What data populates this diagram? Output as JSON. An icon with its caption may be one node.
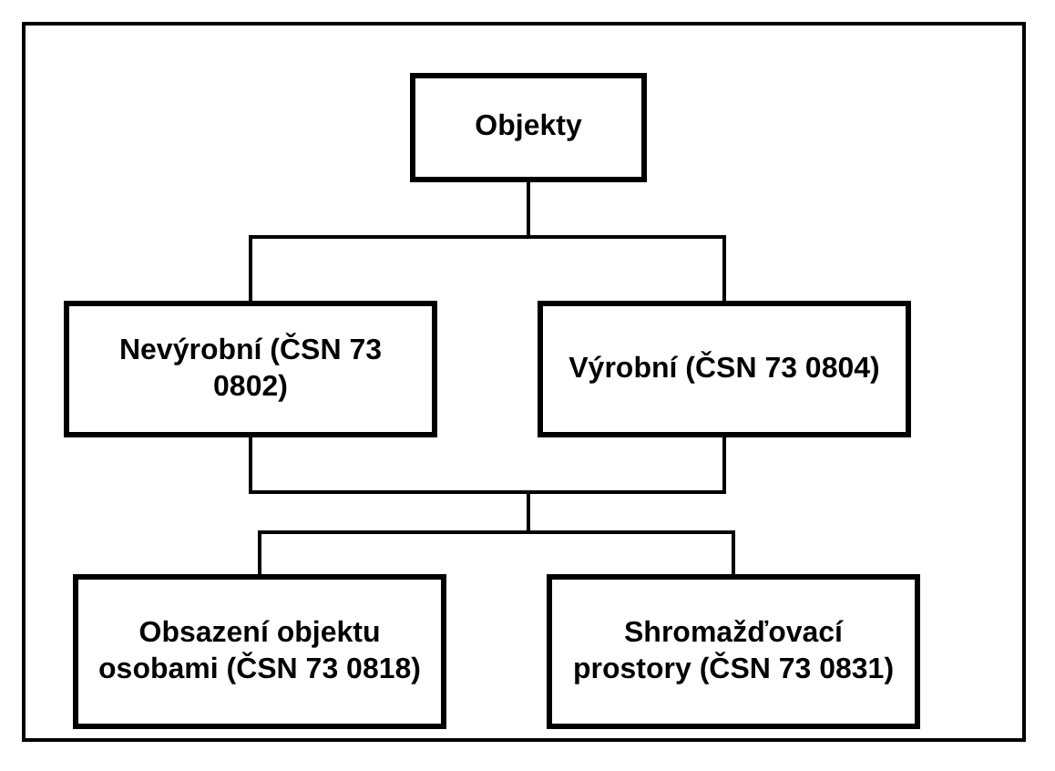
{
  "diagram": {
    "nodes": [
      {
        "text": [
          "Objekty"
        ]
      },
      {
        "text": [
          "Nevýrobní (ČSN 73 0802)"
        ]
      },
      {
        "text": [
          "Výrobní (ČSN 73 0804)"
        ]
      },
      {
        "text": [
          "Obsazení objektu osobami (ČSN 73 0818)"
        ]
      },
      {
        "text": [
          "Shromažďovací prostory (ČSN 73 0831)"
        ]
      }
    ],
    "edges": [
      {
        "from": 0,
        "to": 1,
        "arrow": "none"
      },
      {
        "from": 0,
        "to": 2,
        "arrow": "none"
      },
      {
        "from": 1,
        "to": 3,
        "arrow": "none"
      },
      {
        "from": 1,
        "to": 4,
        "arrow": "none"
      },
      {
        "from": 2,
        "to": 3,
        "arrow": "none"
      },
      {
        "from": 2,
        "to": 4,
        "arrow": "none"
      }
    ]
  }
}
